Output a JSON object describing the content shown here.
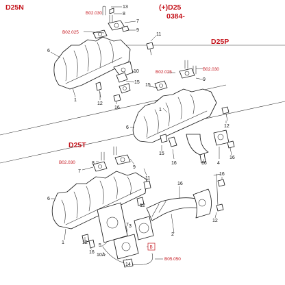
{
  "sections": {
    "d25n": "D25N",
    "d25_line1": "(+)D25",
    "d25_line2": "0384-",
    "d25p": "D25P",
    "d25t": "D25T"
  },
  "refs": {
    "b02030": "B02.030",
    "b02025": "B02.025",
    "b05050": "B05.050",
    "boxed": "B"
  },
  "callouts": {
    "n13": "13",
    "n8": "8",
    "n7": "7",
    "n6": "6",
    "n9": "9",
    "n10": "10",
    "n11": "11",
    "n12": "12",
    "n15": "15",
    "n16": "16",
    "n1": "1",
    "n2": "2",
    "n3": "3",
    "n4": "4",
    "n5": "5",
    "n10a": "10A",
    "n14": "14"
  },
  "colors": {
    "accent": "#c4121a",
    "ink": "#1a1a1a"
  }
}
